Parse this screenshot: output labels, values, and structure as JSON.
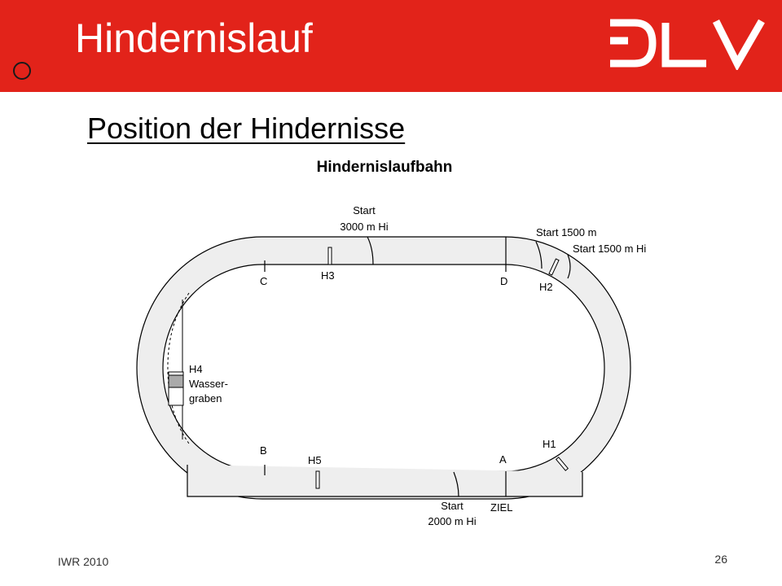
{
  "header": {
    "title": "Hindernislauf",
    "background_color": "#e2231a",
    "logo_icon": "dlv-logo"
  },
  "subtitle": "Position der Hindernisse",
  "diagram": {
    "title": "Hindernislaufbahn",
    "track_fill": "#eeeeee",
    "labels": {
      "start_3000": [
        "Start",
        "3000 m Hi"
      ],
      "start_1500": "Start 1500 m",
      "start_1500_hi": "Start 1500 m Hi",
      "start_2000": [
        "Start",
        "2000 m Hi"
      ],
      "ziel": "ZIEL",
      "point_a": "A",
      "point_b": "B",
      "point_c": "C",
      "point_d": "D",
      "h1": "H1",
      "h2": "H2",
      "h3": "H3",
      "h4": "H4",
      "h5": "H5",
      "wassergraben": [
        "Wasser-",
        "graben"
      ]
    }
  },
  "footer": {
    "left": "IWR 2010",
    "page": "26"
  }
}
